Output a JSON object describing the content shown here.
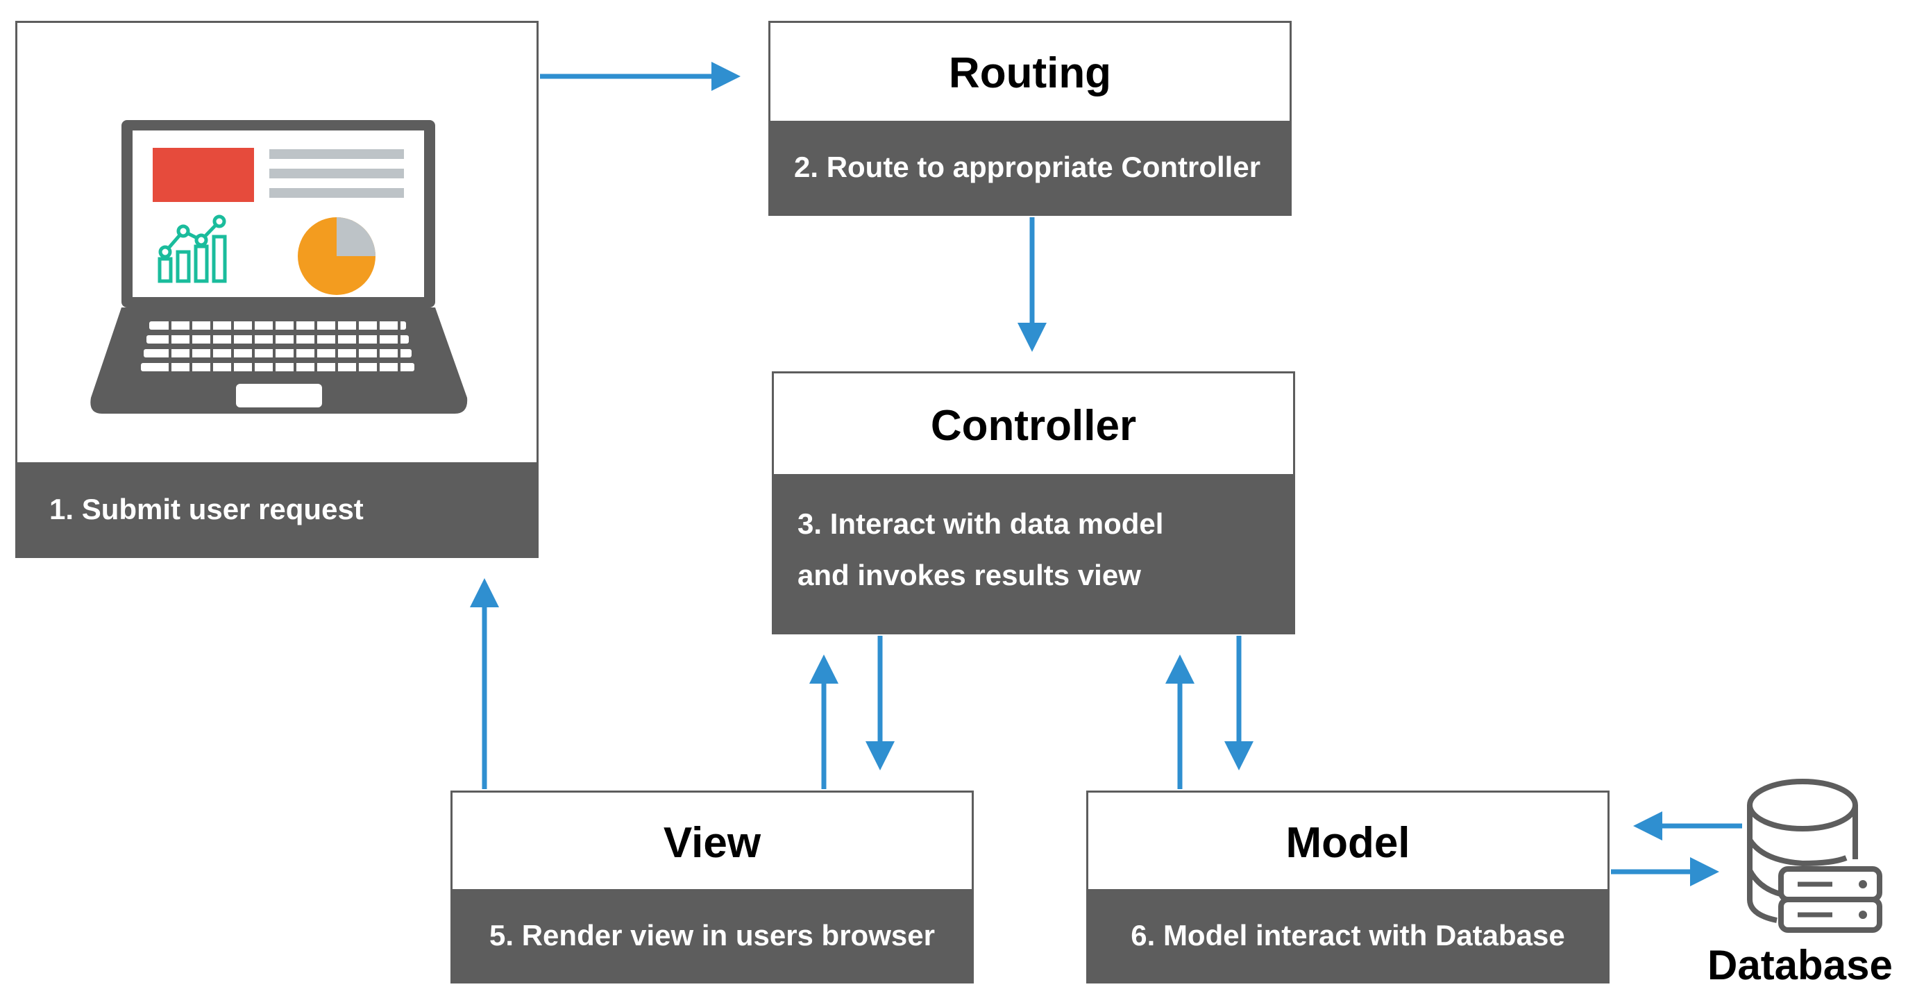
{
  "client": {
    "caption": "1. Submit user request"
  },
  "routing": {
    "title": "Routing",
    "caption": "2. Route to appropriate Controller"
  },
  "controller": {
    "title": "Controller",
    "caption_line1": "3. Interact with data model",
    "caption_line2": "and invokes results view"
  },
  "view": {
    "title": "View",
    "caption": "5. Render view in users browser"
  },
  "model": {
    "title": "Model",
    "caption": "6. Model interact with Database"
  },
  "database": {
    "label": "Database"
  },
  "colors": {
    "arrow": "#2f8fd0",
    "box_dark": "#5d5d5d",
    "laptop": "#5d5d5d",
    "red_block": "#e64b3c",
    "pie_orange": "#f39c1f",
    "pie_gray": "#bdc3c7",
    "chart_teal": "#1abc9c",
    "text_lines": "#bdc3c7"
  },
  "icons": [
    "laptop-icon",
    "database-icon",
    "server-icon"
  ]
}
